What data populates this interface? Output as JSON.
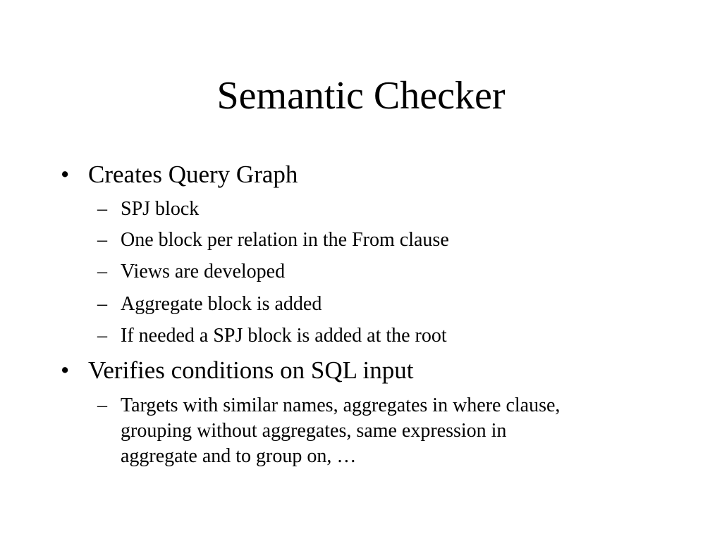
{
  "slide": {
    "title": "Semantic Checker",
    "bullet_glyph": "•",
    "dash_glyph": "–",
    "bullets": [
      {
        "text": "Creates Query Graph",
        "subitems": [
          "SPJ block",
          "One block per relation in the From clause",
          "Views are developed",
          "Aggregate block is added",
          "If needed a SPJ block is added at the root"
        ]
      },
      {
        "text": "Verifies conditions on SQL input",
        "subitems": [
          {
            "lines": [
              "Targets with similar names, aggregates in where clause,",
              "grouping without aggregates, same expression in",
              "aggregate and to group on, …"
            ]
          }
        ]
      }
    ]
  }
}
